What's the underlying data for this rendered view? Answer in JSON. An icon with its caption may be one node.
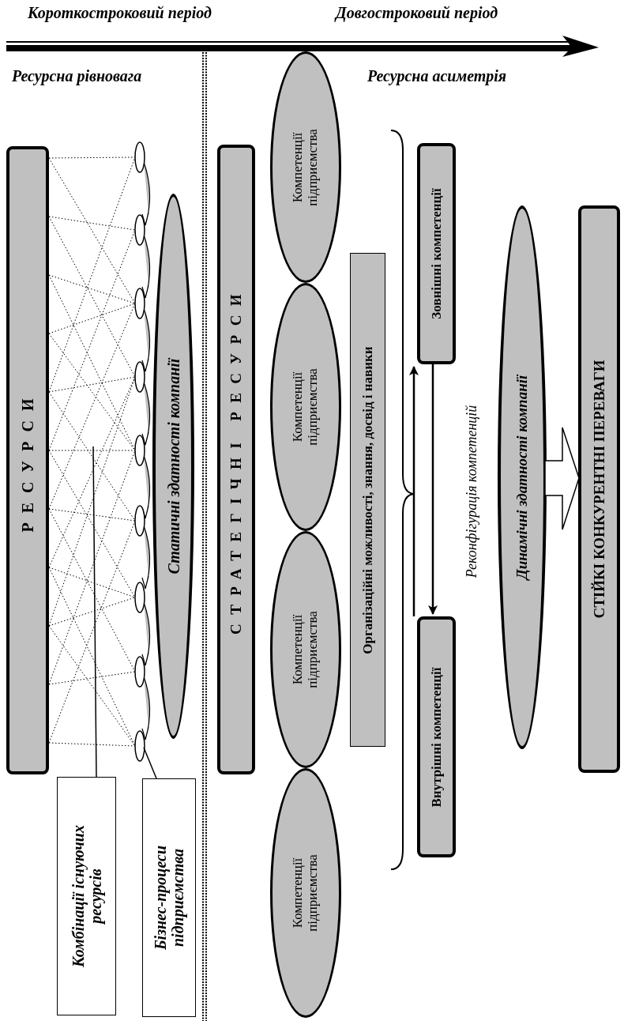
{
  "diagram": {
    "nodes": [
      {
        "text": [
          "РЕСУРСИ"
        ]
      },
      {
        "text": [
          "Статичні здатності компанії"
        ]
      },
      {
        "text": [
          "Комбінації існуючих ресурсів"
        ]
      },
      {
        "text": [
          "Бізнес-процеси підприємства"
        ]
      },
      {
        "text": [
          "СТРАТЕГІЧНІ РЕСУРСИ"
        ]
      },
      {
        "text": [
          "Компетенції підприємства"
        ]
      },
      {
        "text": [
          "Компетенції підприємства"
        ]
      },
      {
        "text": [
          "Компетенції підприємства"
        ]
      },
      {
        "text": [
          "Компетенції підприємства"
        ]
      },
      {
        "text": [
          "Організаційні можливості, знання, досвід і навики"
        ]
      },
      {
        "text": [
          "Зовнішні компетенції"
        ]
      },
      {
        "text": [
          "Внутрішні компетенції"
        ]
      },
      {
        "text": [
          "Динамічні здатності компанії"
        ]
      },
      {
        "text": [
          "СТІЙКІ КОНКУРЕНТНІ ПЕРЕВАГИ"
        ]
      }
    ],
    "edges": [
      {
        "from": 11,
        "to": 10,
        "arrow": "to"
      },
      {
        "from": 10,
        "to": 11,
        "arrow": "to"
      },
      {
        "from": 12,
        "to": 13,
        "arrow": "to"
      },
      {
        "from": 2,
        "to": null,
        "arrow": "none"
      },
      {
        "from": 3,
        "to": null,
        "arrow": "none"
      }
    ],
    "labels": [
      "Короткостроковий період",
      "Довгостроковий період",
      "Ресурсна рівновага",
      "Ресурсна асиметрія",
      "Реконфігурація компетенцій"
    ]
  }
}
